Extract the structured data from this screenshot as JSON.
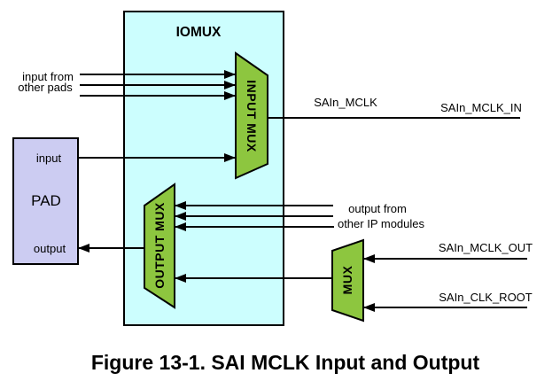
{
  "figure": {
    "caption": "Figure 13-1. SAI MCLK Input and Output"
  },
  "iomux": {
    "title": "IOMUX"
  },
  "pad": {
    "title": "PAD",
    "input_label": "input",
    "output_label": "output"
  },
  "muxes": {
    "input_mux_label": "INPUT MUX",
    "output_mux_label": "OUTPUT MUX",
    "clock_mux_label": "MUX"
  },
  "signals": {
    "mclk": "SAIn_MCLK",
    "mclk_in": "SAIn_MCLK_IN",
    "mclk_out": "SAIn_MCLK_OUT",
    "clk_root": "SAIn_CLK_ROOT"
  },
  "annotations": {
    "input_from": "input from",
    "other_pads": "other pads",
    "output_from": "output from",
    "other_ip_modules": "other IP modules"
  },
  "colors": {
    "iomux_fill": "#CCFEFE",
    "pad_fill": "#CCCCF2",
    "mux_fill": "#8DC63F",
    "line": "#000000"
  }
}
